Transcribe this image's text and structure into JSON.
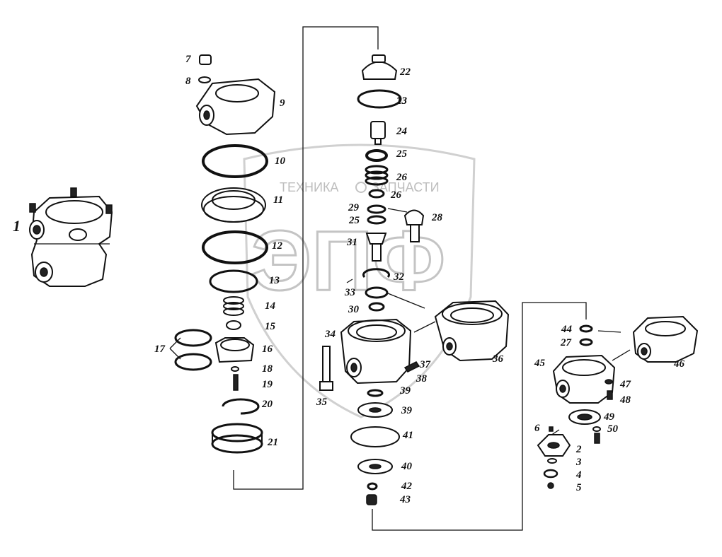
{
  "watermark": {
    "left_text": "ТЕХНИКА",
    "right_text": "ЗАПЧАСТИ",
    "logo": "ЭПФ"
  },
  "labels": [
    "1",
    "2",
    "3",
    "4",
    "5",
    "6",
    "7",
    "8",
    "9",
    "10",
    "11",
    "12",
    "13",
    "13",
    "14",
    "15",
    "16",
    "17",
    "18",
    "19",
    "20",
    "21",
    "22",
    "23",
    "24",
    "25",
    "26",
    "26",
    "27",
    "28",
    "29",
    "25",
    "30",
    "31",
    "32",
    "33",
    "34",
    "35",
    "36",
    "37",
    "38",
    "39",
    "39",
    "40",
    "41",
    "42",
    "43",
    "44",
    "45",
    "46",
    "47",
    "48",
    "49",
    "50"
  ]
}
